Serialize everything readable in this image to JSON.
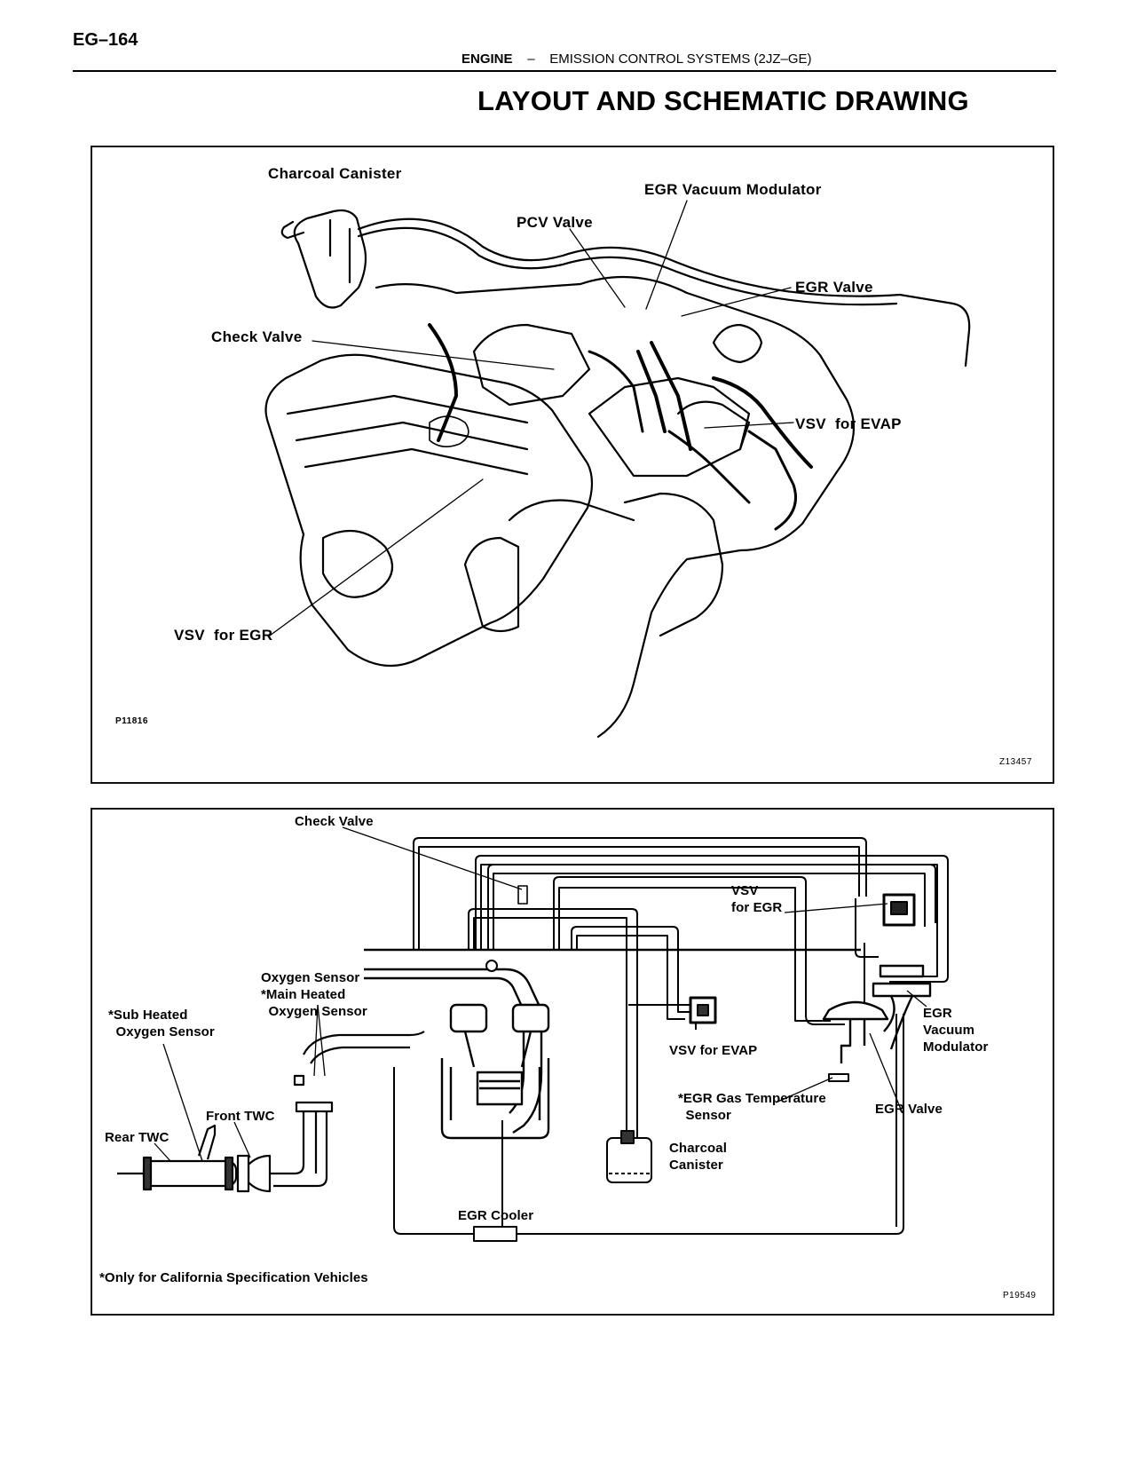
{
  "page": {
    "page_number": "EG–164",
    "section_bold": "ENGINE",
    "section_sep": "–",
    "section_rest": "EMISSION CONTROL SYSTEMS (2JZ–GE)",
    "title": "LAYOUT AND SCHEMATIC DRAWING"
  },
  "layout_figure": {
    "labels": {
      "charcoal_canister": "Charcoal Canister",
      "egr_vacuum_modulator": "EGR Vacuum Modulator",
      "pcv_valve": "PCV Valve",
      "egr_valve": "EGR Valve",
      "check_valve": "Check Valve",
      "vsv_evap": "VSV  for EVAP",
      "vsv_egr": "VSV  for EGR"
    },
    "code_left": "P11816",
    "code_right": "Z13457"
  },
  "schematic_figure": {
    "labels": {
      "check_valve": "Check Valve",
      "vsv_egr": "VSV\nfor EGR",
      "oxygen_sensor": "Oxygen Sensor\n*Main Heated\n  Oxygen Sensor",
      "sub_heated": "*Sub Heated\n  Oxygen Sensor",
      "egr_vacuum_modulator": "EGR\nVacuum\nModulator",
      "vsv_evap": "VSV for EVAP",
      "egr_gas_temp": "*EGR Gas Temperature\n  Sensor",
      "egr_valve": "EGR Valve",
      "rear_twc": "Rear TWC",
      "front_twc": "Front TWC",
      "charcoal_canister": "Charcoal\nCanister",
      "egr_cooler": "EGR Cooler",
      "footnote": "*Only for California Specification Vehicles"
    },
    "code": "P19549"
  }
}
